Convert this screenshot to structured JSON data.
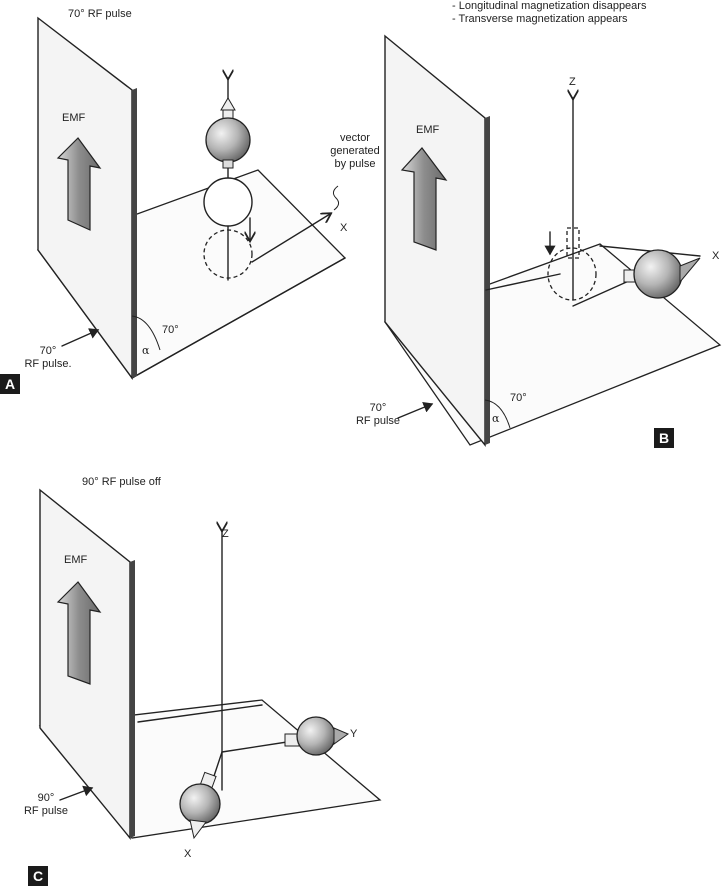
{
  "panels": {
    "a": {
      "badge": "A",
      "title": "70° RF pulse",
      "emf": "EMF",
      "vector_note": [
        "vector",
        "generated",
        "by pulse"
      ],
      "x_axis": "X",
      "angle": "70°",
      "alpha": "α",
      "pulse_label": [
        "70°",
        "RF pulse."
      ]
    },
    "b": {
      "badge": "B",
      "notes": [
        "- Longitudinal magnetization disappears",
        "- Transverse magnetization appears"
      ],
      "emf": "EMF",
      "z_axis": "Z",
      "x_axis": "X",
      "angle": "70°",
      "alpha": "α",
      "pulse_label": [
        "70°",
        "RF pulse"
      ]
    },
    "c": {
      "badge": "C",
      "title": "90° RF pulse off",
      "emf": "EMF",
      "z_axis": "Z",
      "y_axis": "Y",
      "x_axis": "X",
      "pulse_label": [
        "90°",
        "RF pulse"
      ]
    }
  }
}
